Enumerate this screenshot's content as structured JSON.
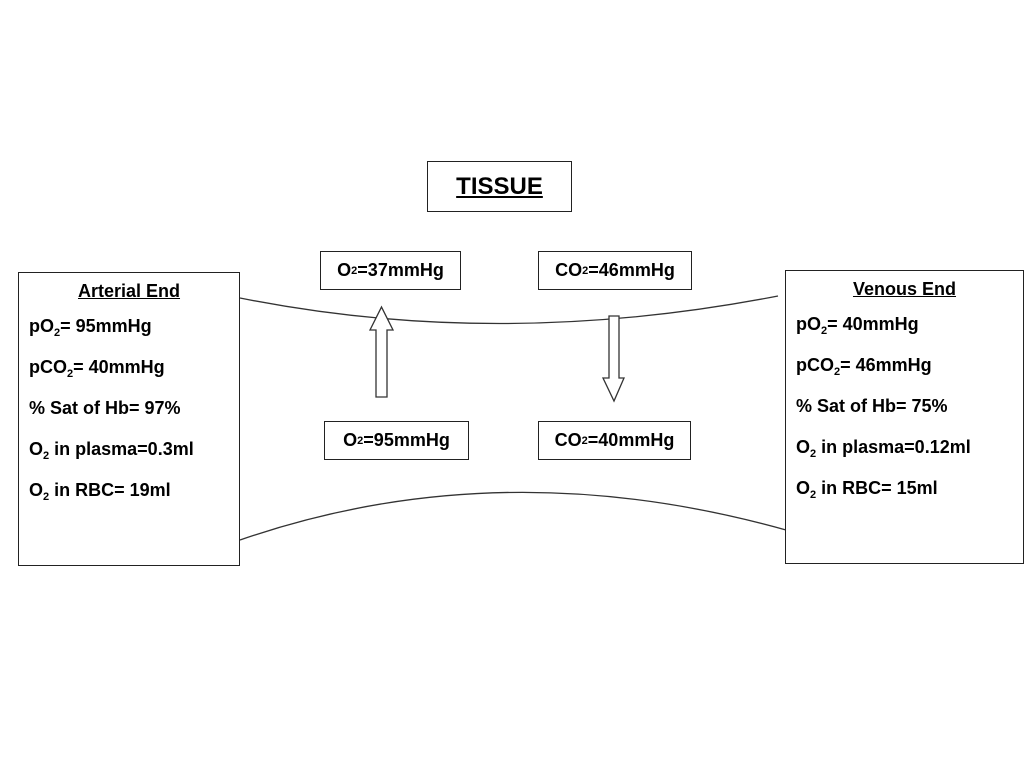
{
  "title": "TISSUE",
  "arterial": {
    "heading": "Arterial End",
    "rows": [
      {
        "a": "pO",
        "sub": "2",
        "b": "= 95mmHg"
      },
      {
        "a": "pCO",
        "sub": "2",
        "b": "= 40mmHg"
      },
      {
        "a": "% Sat of Hb= 97%",
        "sub": "",
        "b": ""
      },
      {
        "a": "O",
        "sub": "2",
        "b": " in plasma=0.3ml"
      },
      {
        "a": "O",
        "sub": "2",
        "b": " in RBC= 19ml"
      }
    ]
  },
  "venous": {
    "heading": "Venous End",
    "rows": [
      {
        "a": "pO",
        "sub": "2",
        "b": "= 40mmHg"
      },
      {
        "a": "pCO",
        "sub": "2",
        "b": "= 46mmHg"
      },
      {
        "a": "% Sat of Hb= 75%",
        "sub": "",
        "b": ""
      },
      {
        "a": "O",
        "sub": "2",
        "b": " in plasma=0.12ml"
      },
      {
        "a": "O",
        "sub": "2",
        "b": " in RBC= 15ml"
      }
    ]
  },
  "tissue_o2": {
    "a": "O",
    "sub": "2",
    "b": "=37mmHg"
  },
  "tissue_co2": {
    "a": "CO",
    "sub": "2",
    "b": "=46mmHg"
  },
  "blood_o2": {
    "a": "O",
    "sub": "2",
    "b": "=95mmHg"
  },
  "blood_co2": {
    "a": "CO",
    "sub": "2",
    "b": "=40mmHg"
  },
  "icons": {
    "o2_flow": "arrow-up-icon",
    "co2_flow": "arrow-down-icon"
  }
}
